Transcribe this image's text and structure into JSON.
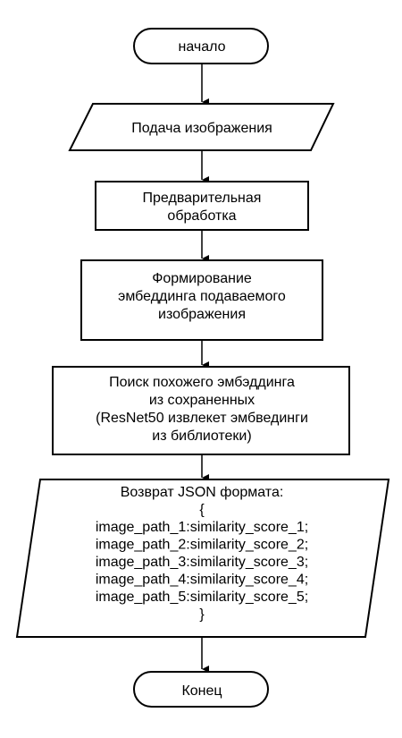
{
  "nodes": {
    "start": {
      "label": "начало"
    },
    "input": {
      "label": "Подача изображения"
    },
    "preprocess": {
      "lines": [
        "Предварительная",
        "обработка"
      ]
    },
    "embedding": {
      "lines": [
        "Формирование",
        "эмбеддинга подаваемого",
        "изображения"
      ]
    },
    "search": {
      "lines": [
        "Поиск похожего эмбэддинга",
        "из сохраненных",
        "(ResNet50 извлекет эмбвединги",
        "из библиотеки)"
      ]
    },
    "output": {
      "lines": [
        "Возврат JSON формата:",
        "{",
        "image_path_1:similarity_score_1;",
        "image_path_2:similarity_score_2;",
        "image_path_3:similarity_score_3;",
        "image_path_4:similarity_score_4;",
        "image_path_5:similarity_score_5;",
        "}"
      ]
    },
    "end": {
      "label": "Конец"
    }
  }
}
